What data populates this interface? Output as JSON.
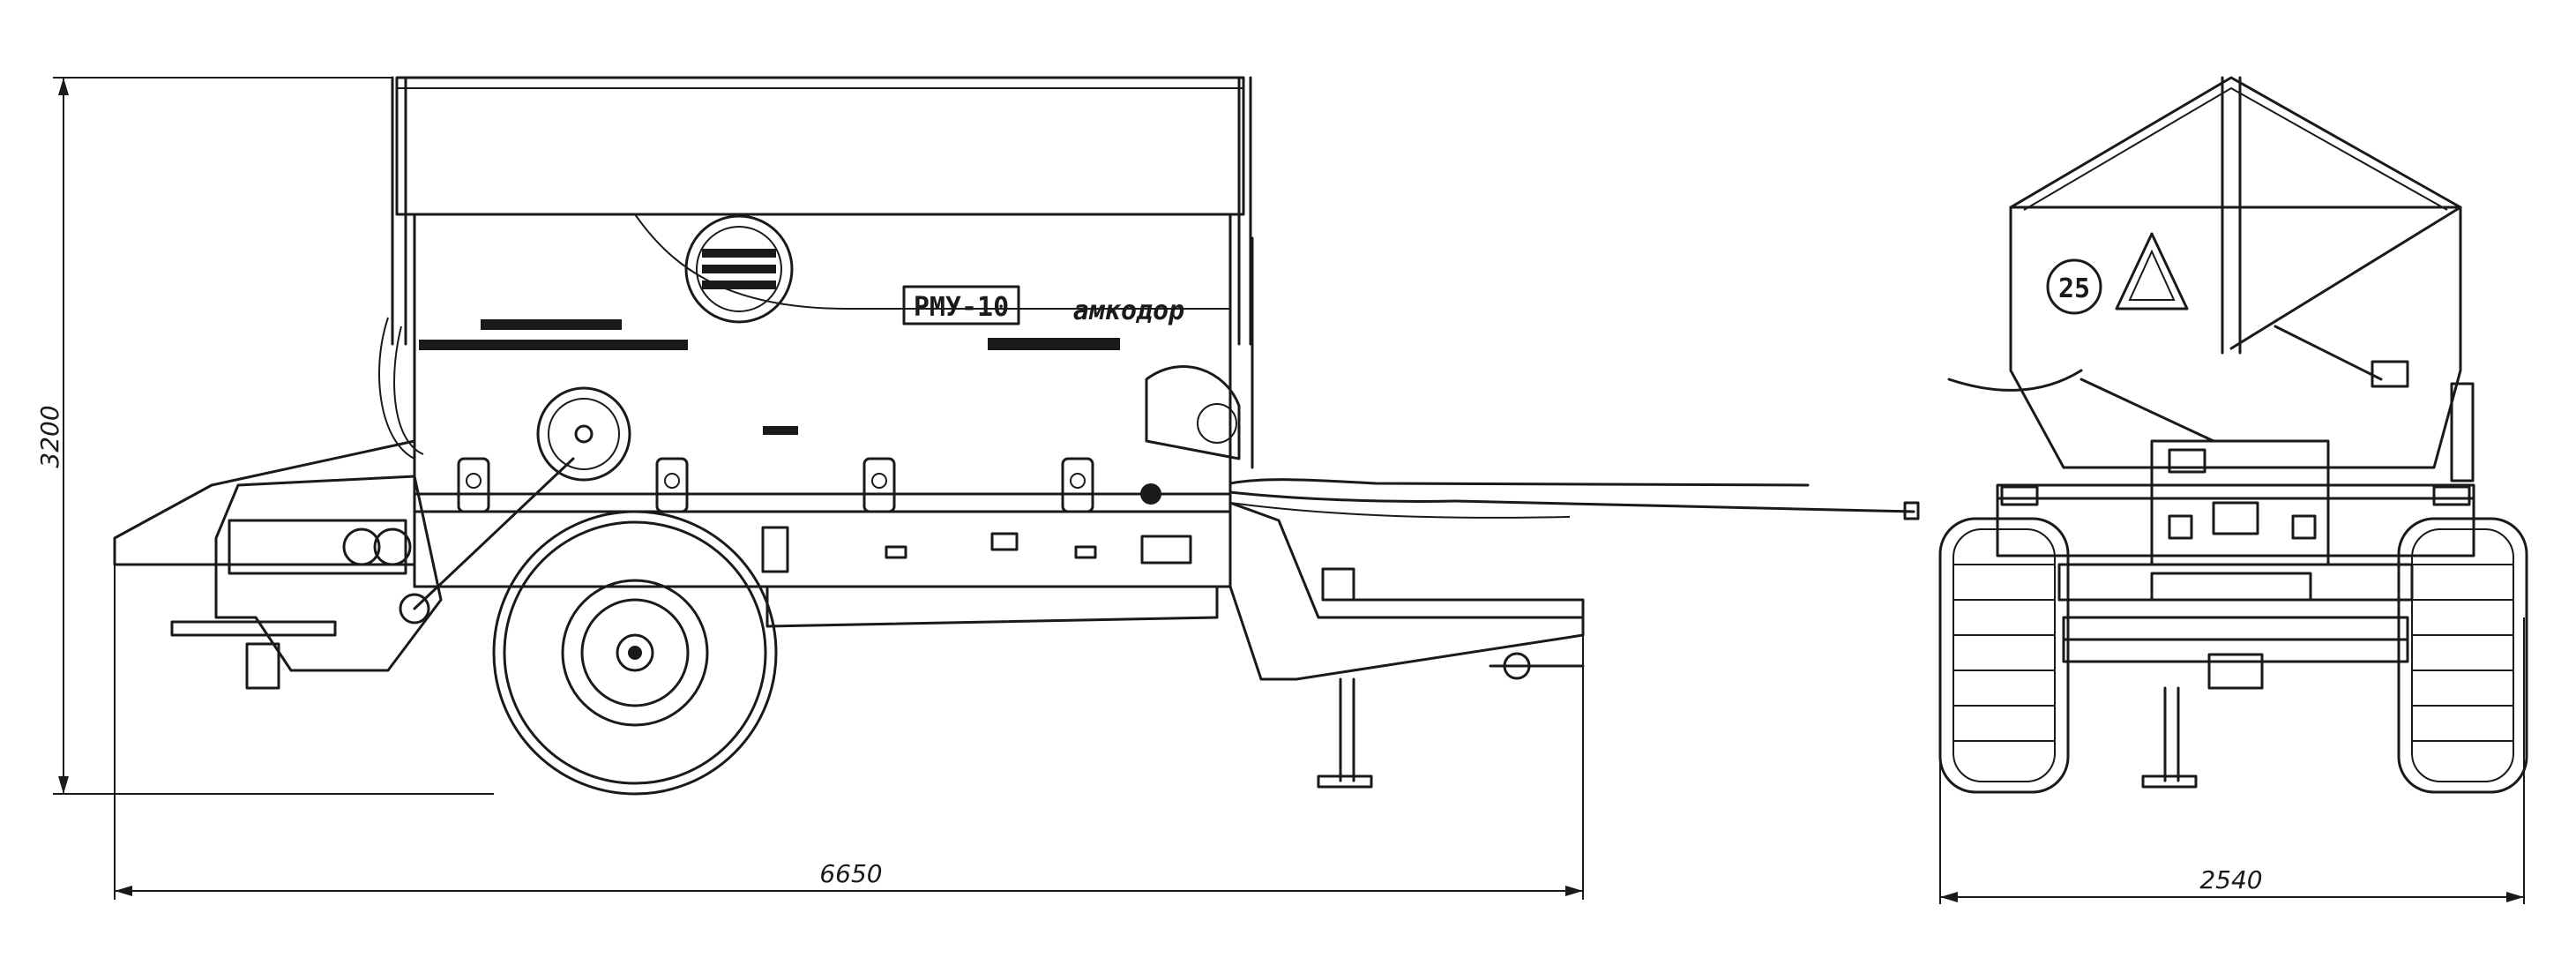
{
  "dimensions": {
    "height": "3200",
    "side_length": "6650",
    "front_width": "2540"
  },
  "labels": {
    "model": "РМУ-10",
    "brand": "амкодор",
    "plate_number": "25"
  },
  "colors": {
    "line": "#1a1a1a",
    "background": "#ffffff"
  },
  "icons": {
    "logo": "brand-logo-icon",
    "slow_vehicle_sign": "slow-vehicle-triangle-icon"
  }
}
